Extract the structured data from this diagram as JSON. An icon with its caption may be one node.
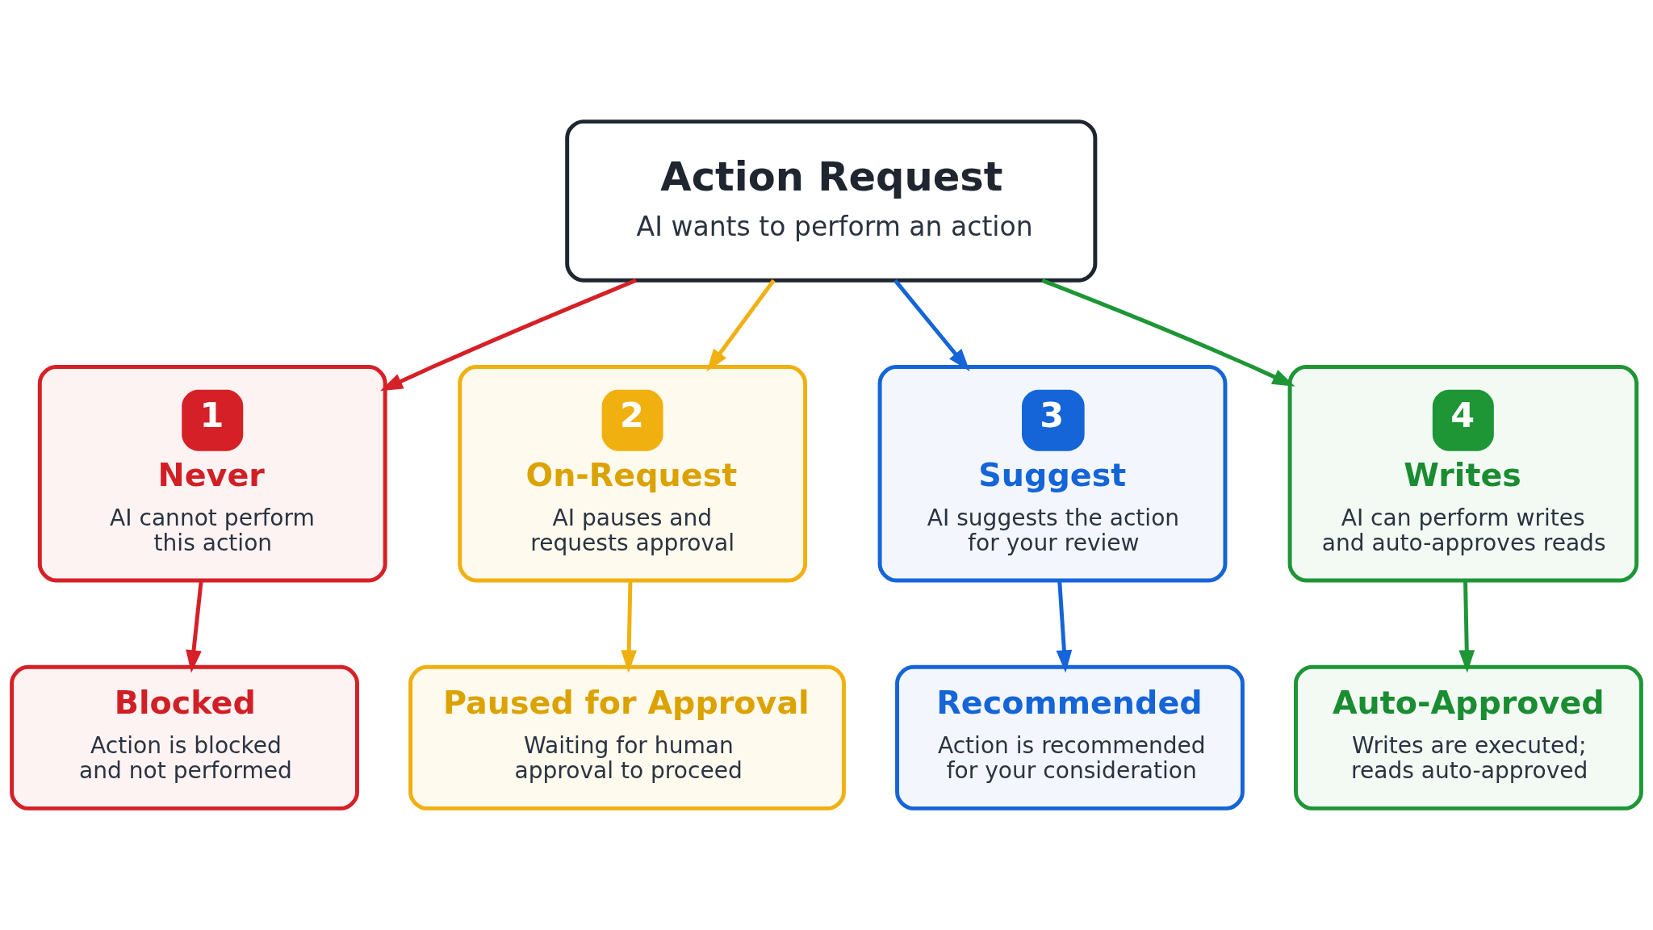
{
  "diagram": {
    "nodes": [
      {
        "text": [
          "Action Request",
          "AI wants to perform an action"
        ]
      },
      {
        "text": [
          "1",
          "Never",
          "AI cannot perform this action"
        ]
      },
      {
        "text": [
          "2",
          "On-Request",
          "AI pauses and requests approval"
        ]
      },
      {
        "text": [
          "3",
          "Suggest",
          "AI suggests the action for your review"
        ]
      },
      {
        "text": [
          "4",
          "Writes",
          "AI can perform writes and auto-approves reads"
        ]
      },
      {
        "text": [
          "Blocked",
          "Action is blocked and not performed"
        ]
      },
      {
        "text": [
          "Paused for Approval",
          "Waiting for human approval to proceed"
        ]
      },
      {
        "text": [
          "Recommended",
          "Action is recommended for your consideration"
        ]
      },
      {
        "text": [
          "Auto-Approved",
          "Writes are executed; reads auto-approved"
        ]
      }
    ],
    "edges": [
      {
        "from": 0,
        "to": 1,
        "arrow": "to",
        "color": "#d62027"
      },
      {
        "from": 0,
        "to": 2,
        "arrow": "to",
        "color": "#f0b010"
      },
      {
        "from": 0,
        "to": 3,
        "arrow": "to",
        "color": "#1565d8"
      },
      {
        "from": 0,
        "to": 4,
        "arrow": "to",
        "color": "#1e9636"
      },
      {
        "from": 1,
        "to": 5,
        "arrow": "to",
        "color": "#d62027"
      },
      {
        "from": 2,
        "to": 6,
        "arrow": "to",
        "color": "#f0b010"
      },
      {
        "from": 3,
        "to": 7,
        "arrow": "to",
        "color": "#1565d8"
      },
      {
        "from": 4,
        "to": 8,
        "arrow": "to",
        "color": "#1e9636"
      }
    ]
  }
}
